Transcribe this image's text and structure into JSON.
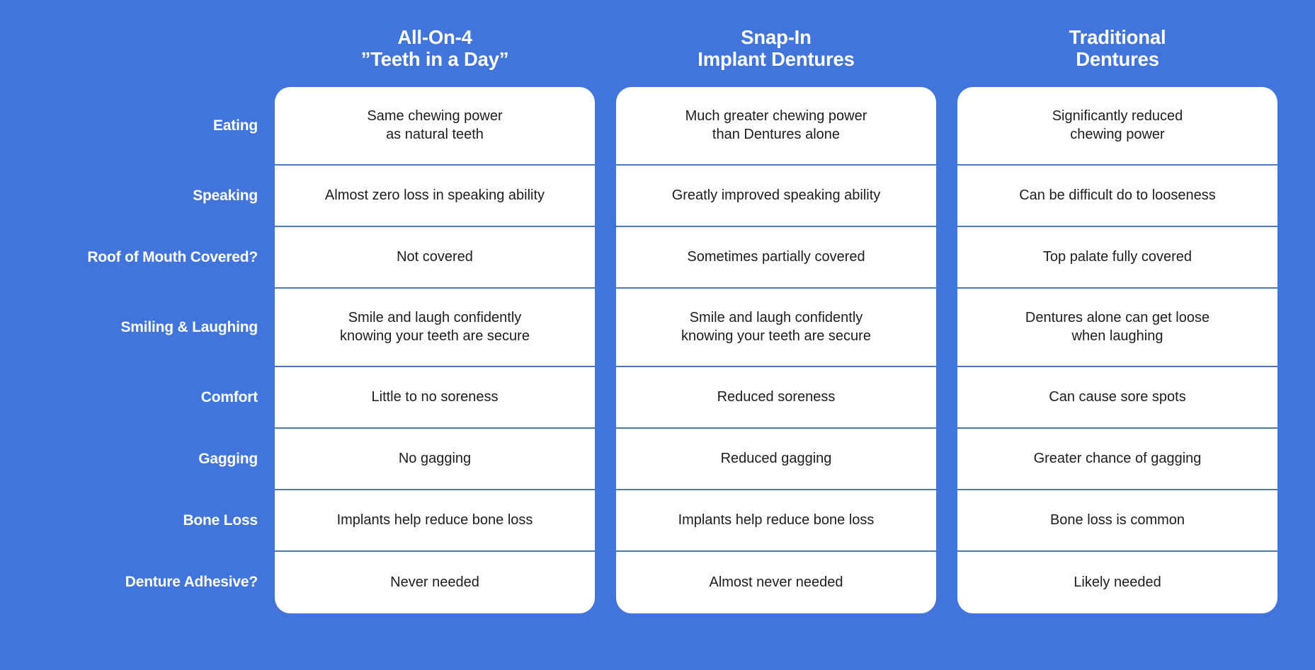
{
  "background_color": "#4175db",
  "card_color": "#ffffff",
  "divider_color": "#4d79b4",
  "label_color": "#ffffff",
  "cell_text_color": "#1d1d1f",
  "columns": [
    {
      "title": "All-On-4\n”Teeth in a Day”"
    },
    {
      "title": "Snap-In\nImplant Dentures"
    },
    {
      "title": "Traditional\nDentures"
    }
  ],
  "rows": [
    {
      "label": "Eating",
      "height": "tall",
      "cells": [
        "Same chewing power\nas natural teeth",
        "Much greater chewing power\nthan Dentures alone",
        "Significantly reduced\nchewing power"
      ]
    },
    {
      "label": "Speaking",
      "height": "short",
      "cells": [
        "Almost zero loss in speaking ability",
        "Greatly improved speaking ability",
        "Can be difficult do to looseness"
      ]
    },
    {
      "label": "Roof of Mouth Covered?",
      "height": "short",
      "cells": [
        "Not covered",
        "Sometimes partially covered",
        "Top palate fully covered"
      ]
    },
    {
      "label": "Smiling & Laughing",
      "height": "tall",
      "cells": [
        "Smile and laugh confidently\nknowing your teeth are secure",
        "Smile and laugh confidently\nknowing your teeth are secure",
        "Dentures alone can get loose\nwhen laughing"
      ]
    },
    {
      "label": "Comfort",
      "height": "short",
      "cells": [
        "Little to no soreness",
        "Reduced soreness",
        "Can cause sore spots"
      ]
    },
    {
      "label": "Gagging",
      "height": "short",
      "cells": [
        "No gagging",
        "Reduced gagging",
        "Greater chance of gagging"
      ]
    },
    {
      "label": "Bone Loss",
      "height": "short",
      "cells": [
        "Implants help reduce bone loss",
        "Implants help reduce bone loss",
        "Bone loss is common"
      ]
    },
    {
      "label": "Denture Adhesive?",
      "height": "short",
      "cells": [
        "Never needed",
        "Almost never needed",
        "Likely needed"
      ]
    }
  ]
}
